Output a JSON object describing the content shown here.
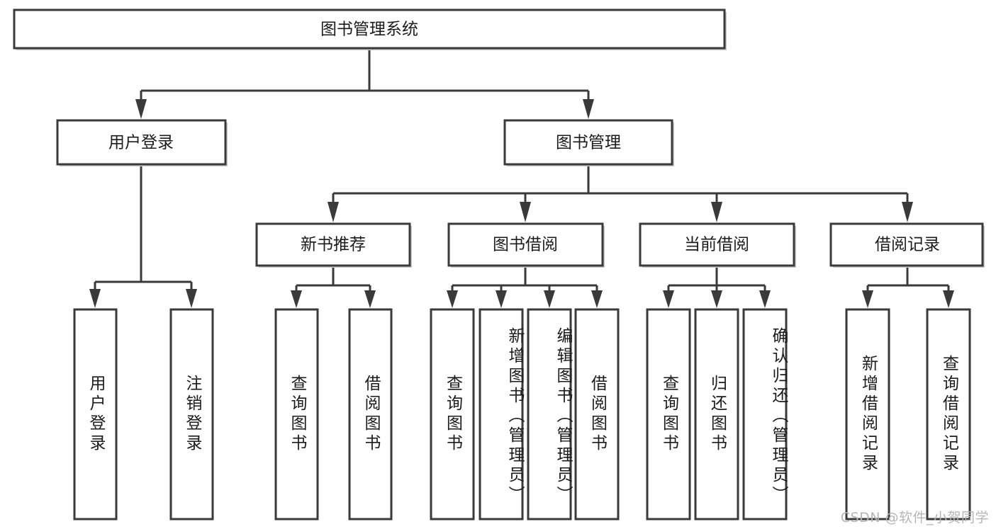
{
  "diagram": {
    "type": "tree-hierarchy",
    "title": "图书管理系统",
    "root": {
      "label": "图书管理系统"
    },
    "level2": [
      {
        "label": "用户登录"
      },
      {
        "label": "图书管理"
      }
    ],
    "level3": [
      {
        "label": "新书推荐"
      },
      {
        "label": "图书借阅"
      },
      {
        "label": "当前借阅"
      },
      {
        "label": "借阅记录"
      }
    ],
    "leaves": {
      "user_login": [
        {
          "label": "用户登录"
        },
        {
          "label": "注销登录"
        }
      ],
      "new_book_recommend": [
        {
          "label": "查询图书"
        },
        {
          "label": "借阅图书"
        }
      ],
      "book_borrow": [
        {
          "label": "查询图书"
        },
        {
          "label": "新增图书（管理员）"
        },
        {
          "label": "编辑图书（管理员）"
        },
        {
          "label": "借阅图书"
        }
      ],
      "current_borrow": [
        {
          "label": "查询图书"
        },
        {
          "label": "归还图书"
        },
        {
          "label": "确认归还（管理员）"
        }
      ],
      "borrow_record": [
        {
          "label": "新增借阅记录"
        },
        {
          "label": "查询借阅记录"
        }
      ]
    },
    "watermark": "CSDN @软件_小贺同学",
    "colors": {
      "box_stroke": "#3a3a3a",
      "box_fill": "#ffffff",
      "text": "#1b1b1b",
      "background": "#ffffff",
      "watermark": "#b6b6b6"
    }
  }
}
